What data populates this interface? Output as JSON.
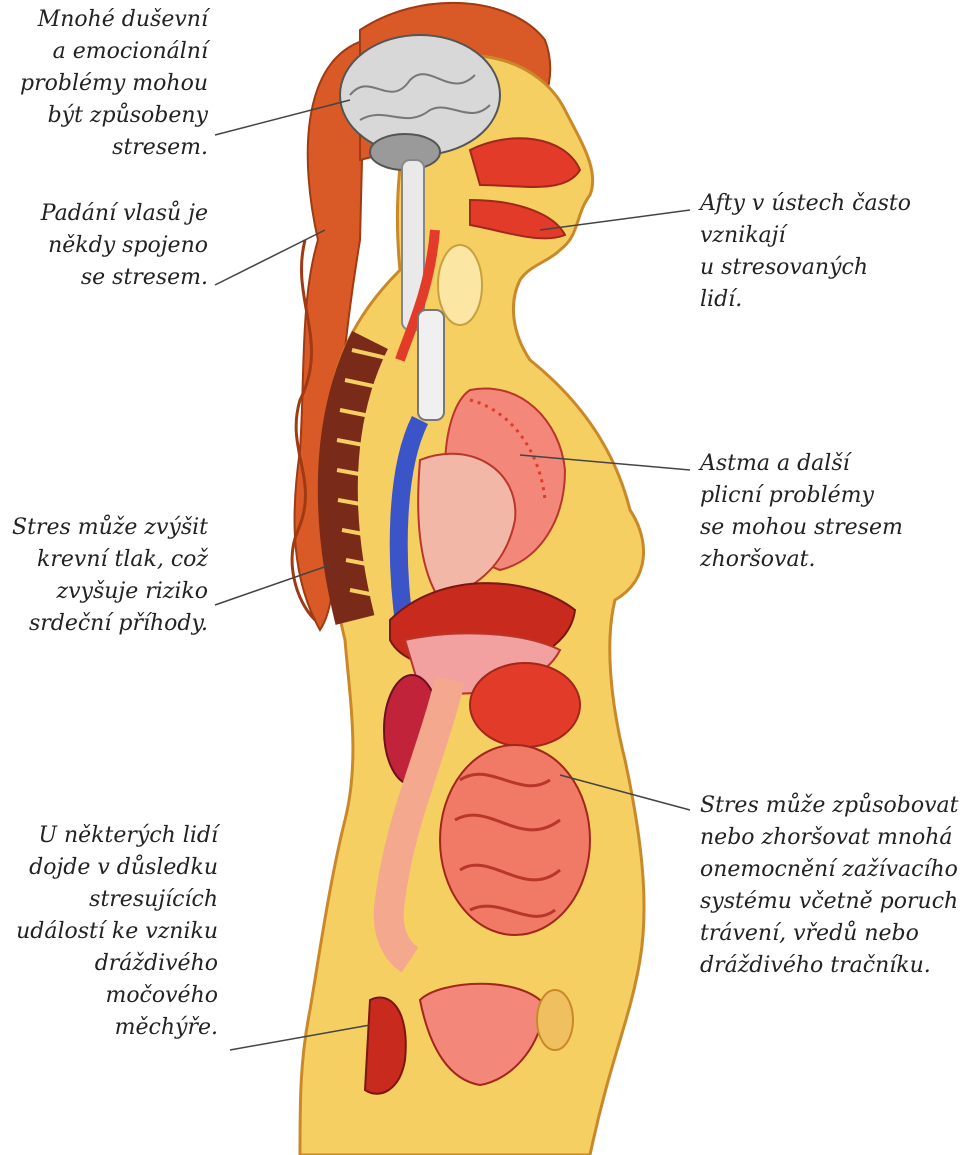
{
  "colors": {
    "skin": "#f6cf63",
    "skin_edge": "#c9892a",
    "hair": "#d95a26",
    "organ_red": "#e23b2a",
    "organ_pink": "#f2877a",
    "brain": "#d8d8d8",
    "vein_blue": "#3b55c8",
    "leader": "#444444"
  },
  "labels": {
    "brain": "Mnohé duševní\na emocionální\nproblémy mohou\nbýt způsobeny\nstresem.",
    "hair": "Padání vlasů je\nněkdy spojeno\nse stresem.",
    "mouth": "Afty v ústech často\nvznikají\nu stresovaných\nlidí.",
    "lungs": "Astma a další\nplicní problémy\nse mohou stresem\nzhoršovat.",
    "heart": "Stres může zvýšit\nkrevní tlak, což\nzvyšuje riziko\nsrdeční příhody.",
    "digestive": "Stres může způsobovat\nnebo zhoršovat mnohá\nonemocnění zažívacího\nsystému včetně poruch\ntrávení, vředů nebo\ndráždivého tračníku.",
    "bladder": "U některých lidí\ndojde v důsledku\nstresujících\nudálostí ke vzniku\ndráždivého\nmočového\nměchýře."
  }
}
